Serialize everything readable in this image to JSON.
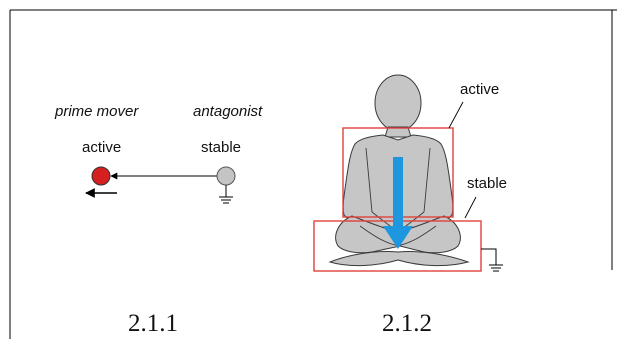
{
  "left_diagram": {
    "prime_mover_label": "prime mover",
    "antagonist_label": "antagonist",
    "active_label": "active",
    "stable_label": "stable",
    "caption": "2.1.1"
  },
  "right_diagram": {
    "active_label": "active",
    "stable_label": "stable",
    "caption": "2.1.2"
  },
  "colors": {
    "active_node": "#d42020",
    "stable_node": "#c4c4c4",
    "figure_fill": "#c6c6c6",
    "box_stroke": "#e0413a",
    "force_arrow": "#1f97df",
    "line": "#000000"
  }
}
